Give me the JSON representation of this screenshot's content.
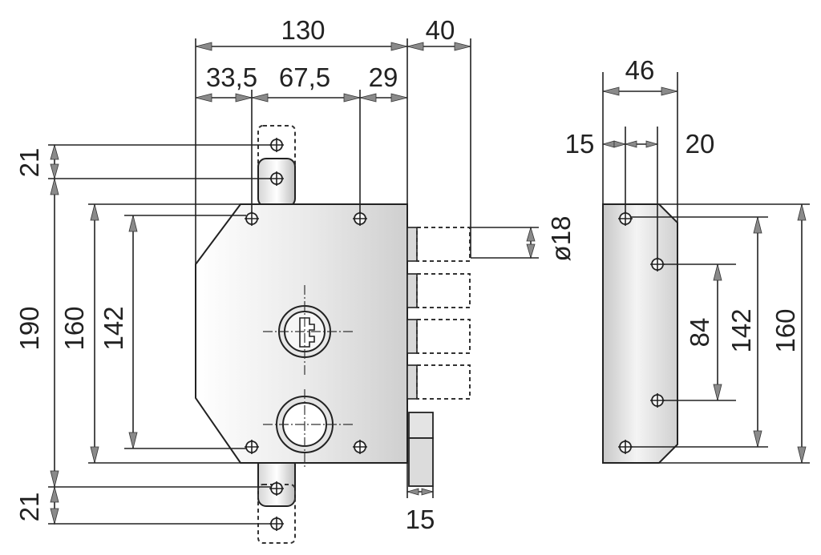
{
  "dimensions": {
    "front_overall_width": "130",
    "bolt_projection": "40",
    "offset_left": "33,5",
    "offset_middle": "67,5",
    "offset_right": "29",
    "top_extension": "21",
    "overall_height": "190",
    "case_height": "160",
    "hole_spacing_vertical": "142",
    "bottom_extension": "21",
    "bolt_diameter": "ø18",
    "bolt_thickness": "15",
    "side_width": "46",
    "side_offset_left": "15",
    "side_offset_right": "20",
    "side_inner_spacing": "84",
    "side_hole_spacing": "142",
    "side_height": "160"
  }
}
